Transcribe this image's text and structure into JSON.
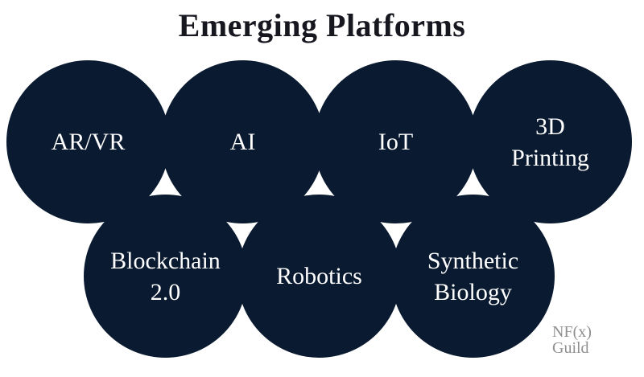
{
  "title": "Emerging Platforms",
  "circles": [
    {
      "id": "ar-vr",
      "label": "AR/VR"
    },
    {
      "id": "ai",
      "label": "AI"
    },
    {
      "id": "iot",
      "label": "IoT"
    },
    {
      "id": "3d-printing",
      "label": "3D\nPrinting"
    },
    {
      "id": "blockchain-2-0",
      "label": "Blockchain\n2.0"
    },
    {
      "id": "robotics",
      "label": "Robotics"
    },
    {
      "id": "synthetic-biology",
      "label": "Synthetic\nBiology"
    }
  ],
  "watermark": {
    "text": "NF(x)\nGuild"
  },
  "colors": {
    "background": "#ffffff",
    "circle_fill": "#0a1a30",
    "circle_text": "#ffffff",
    "title_text": "#17171f",
    "watermark_text": "#8f8f8f"
  }
}
